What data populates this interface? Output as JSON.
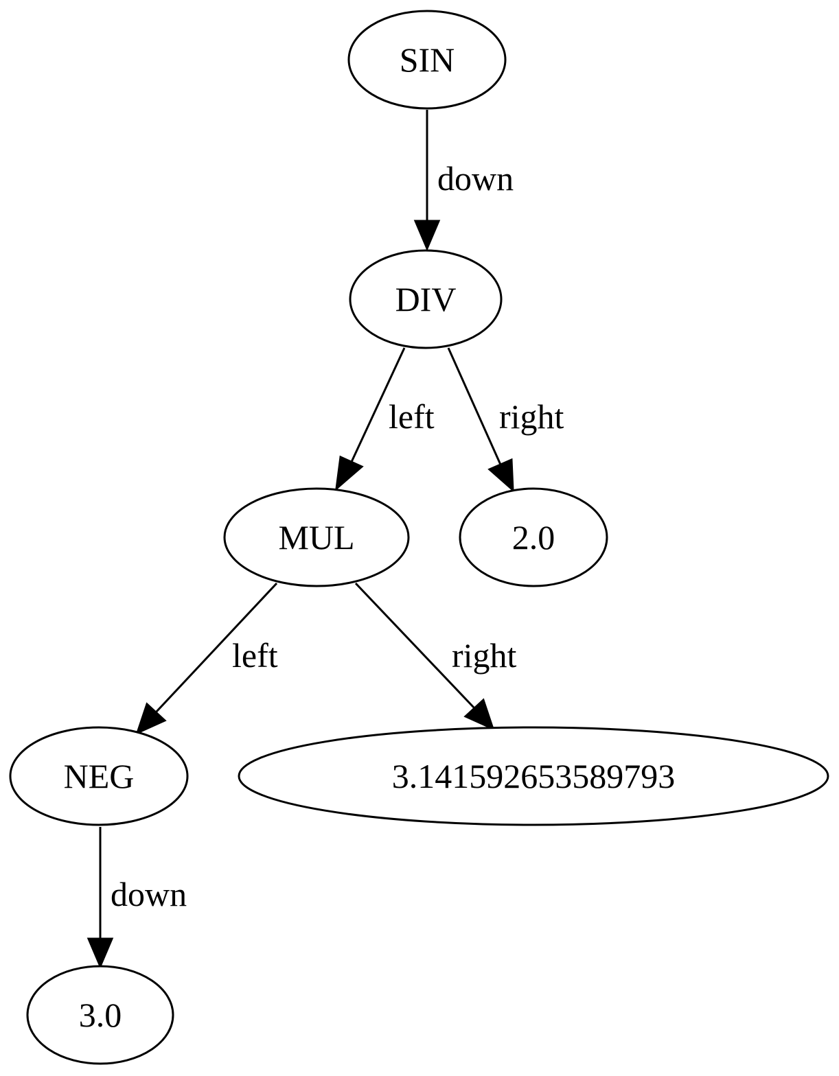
{
  "diagram": {
    "type": "tree",
    "nodes": [
      {
        "id": "n_sin",
        "label": "SIN"
      },
      {
        "id": "n_div",
        "label": "DIV"
      },
      {
        "id": "n_mul",
        "label": "MUL"
      },
      {
        "id": "n_two",
        "label": "2.0"
      },
      {
        "id": "n_neg",
        "label": "NEG"
      },
      {
        "id": "n_pi",
        "label": "3.141592653589793"
      },
      {
        "id": "n_three",
        "label": "3.0"
      }
    ],
    "edges": [
      {
        "from": "n_sin",
        "to": "n_div",
        "label": "down"
      },
      {
        "from": "n_div",
        "to": "n_mul",
        "label": "left"
      },
      {
        "from": "n_div",
        "to": "n_two",
        "label": "right"
      },
      {
        "from": "n_mul",
        "to": "n_neg",
        "label": "left"
      },
      {
        "from": "n_mul",
        "to": "n_pi",
        "label": "right"
      },
      {
        "from": "n_neg",
        "to": "n_three",
        "label": "down"
      }
    ]
  }
}
